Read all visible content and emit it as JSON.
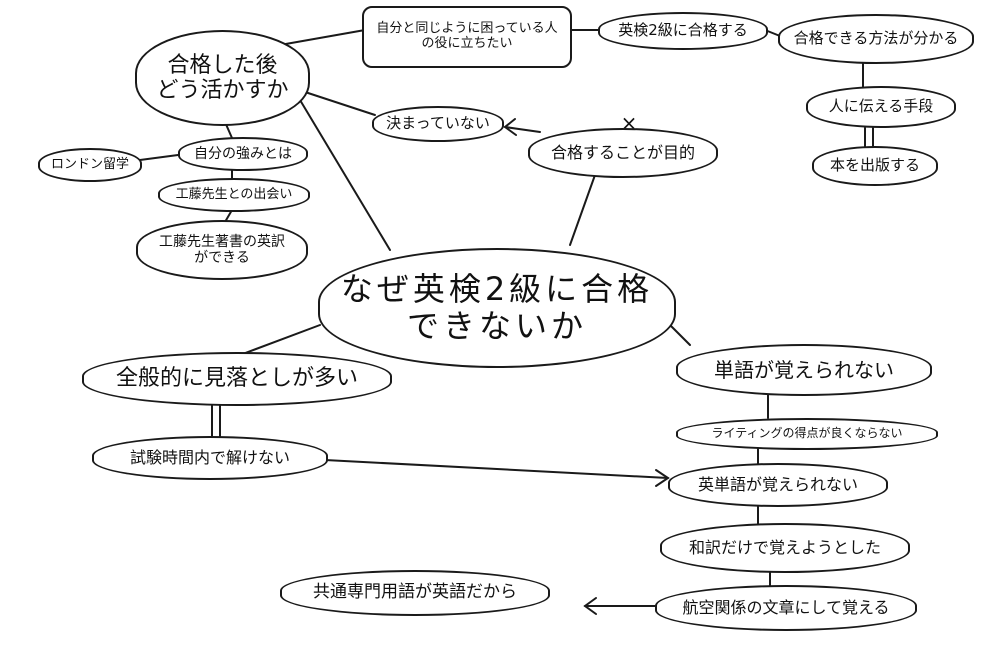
{
  "central": "なぜ英検2級に合格\nできないか",
  "nodes": {
    "after_pass": "合格した後\nどう活かすか",
    "help_others": "自分と同じように困っている人\nの役に立ちたい",
    "pass_eiken": "英検2級に合格する",
    "know_method": "合格できる方法が分かる",
    "means_convey": "人に伝える手段",
    "publish_book": "本を出版する",
    "not_decided": "決まっていない",
    "passing_goal": "合格することが目的",
    "my_strength": "自分の強みとは",
    "london_study": "ロンドン留学",
    "meet_kudo": "工藤先生との出会い",
    "kudo_book": "工藤先生著書の英訳\nができる",
    "overlook": "全般的に見落としが多い",
    "no_time": "試験時間内で解けない",
    "cant_memorize": "単語が覚えられない",
    "writing_score": "ライティングの得点が良くならない",
    "eng_words": "英単語が覚えられない",
    "jp_translation": "和訳だけで覚えようとした",
    "aviation": "航空関係の文章にして覚える",
    "common_terms": "共通専門用語が英語だから"
  },
  "marks": {
    "cross": "×"
  }
}
